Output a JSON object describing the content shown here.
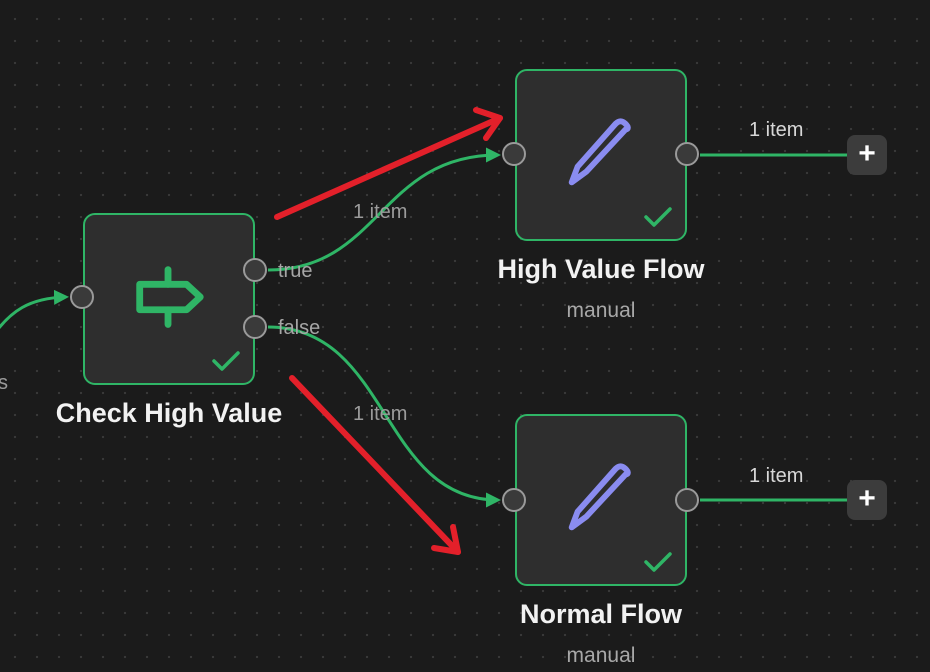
{
  "nodes": {
    "check": {
      "title": "Check High Value",
      "port_true": "true",
      "port_false": "false"
    },
    "high": {
      "title": "High Value Flow",
      "subtitle": "manual"
    },
    "normal": {
      "title": "Normal Flow",
      "subtitle": "manual"
    }
  },
  "edges": {
    "incoming_label_fragment": "s",
    "true_label": "1 item",
    "false_label": "1 item",
    "high_output_label": "1 item",
    "normal_output_label": "1 item"
  },
  "buttons": {
    "add_symbol": "+"
  },
  "icons": {
    "check_node": "signpost-icon",
    "set_node": "pencil-icon",
    "success": "checkmark-icon",
    "add": "plus-icon"
  },
  "colors": {
    "background": "#1b1b1b",
    "node_fill": "#2e2e2e",
    "success_green": "#2fb566",
    "pencil_purple": "#8a8cf0",
    "annotation_red": "#e3202a"
  }
}
